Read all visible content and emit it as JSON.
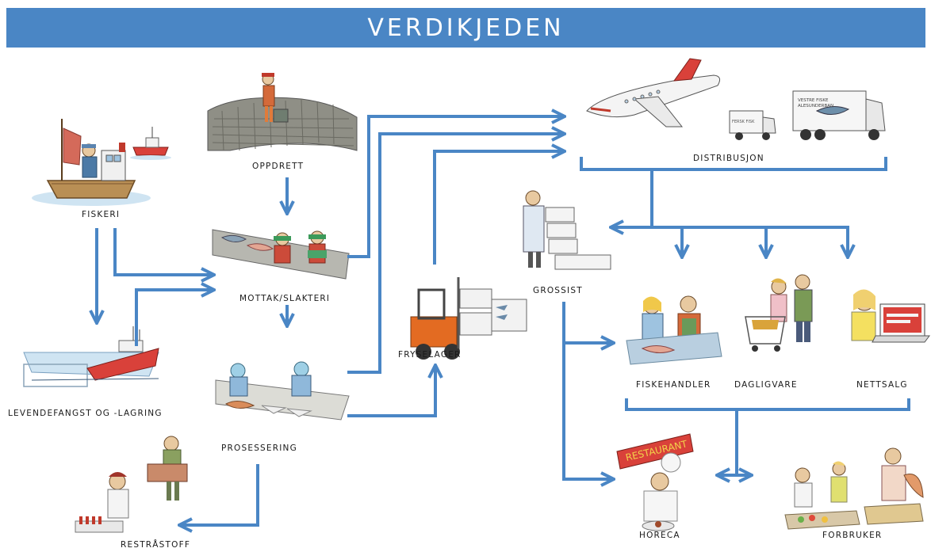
{
  "title": "VERDIKJEDEN",
  "colors": {
    "banner": "#4a86c5",
    "arrow": "#4a86c5",
    "text": "#1a1a1a"
  },
  "nodes": {
    "fiskeri": "FISKERI",
    "oppdrett": "OPPDRETT",
    "mottak": "MOTTAK/SLAKTERI",
    "levendefangst": "LEVENDEFANGST OG -LAGRING",
    "prosessering": "PROSESSERING",
    "reststoff": "RESTRÅSTOFF",
    "fryselager": "FRYSELAGER",
    "distribusjon": "DISTRIBUSJON",
    "grossist": "GROSSIST",
    "fiskehandler": "FISKEHANDLER",
    "dagligvare": "DAGLIGVARE",
    "nettsalg": "NETTSALG",
    "horeca": "HORECA",
    "forbruker": "FORBRUKER"
  },
  "illustrations": {
    "plane_text": "",
    "truck_text_1": "VESTRE FISKE",
    "truck_text_2": "ALESUNDERBAN",
    "van_text": "FERSK FISK",
    "restaurant_sign": "RESTAURANT"
  }
}
